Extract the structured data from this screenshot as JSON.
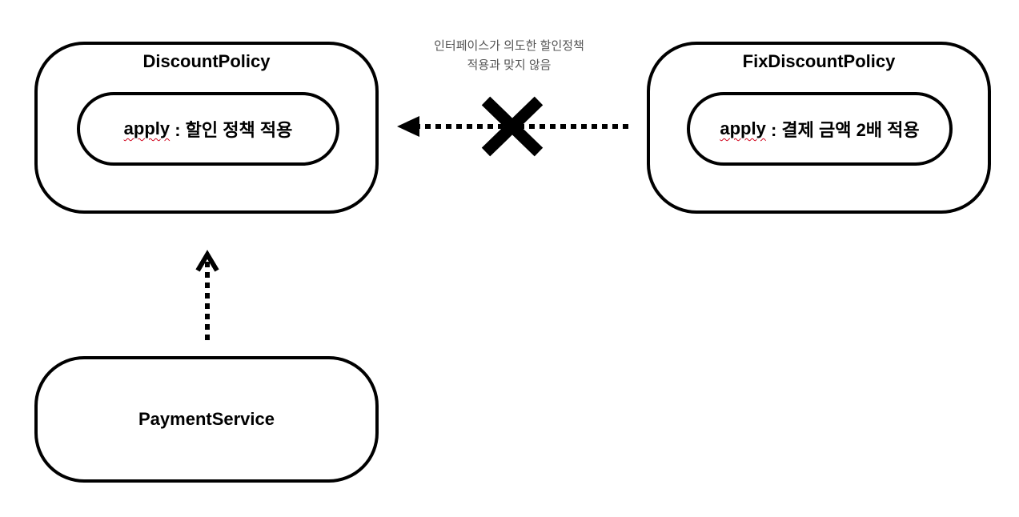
{
  "discount_policy": {
    "title": "DiscountPolicy",
    "method_name": "apply",
    "method_desc": " : 할인 정책 적용"
  },
  "fix_discount_policy": {
    "title": "FixDiscountPolicy",
    "method_name": "apply",
    "method_desc": " : 결제 금액 2배 적용"
  },
  "payment_service": {
    "label": "PaymentService"
  },
  "annotation": {
    "line1": "인터페이스가 의도한 할인정책",
    "line2": "적용과 맞지 않음"
  },
  "colors": {
    "stroke": "#000000",
    "annotation_text": "#555555",
    "spellcheck_underline": "#d0021b"
  }
}
